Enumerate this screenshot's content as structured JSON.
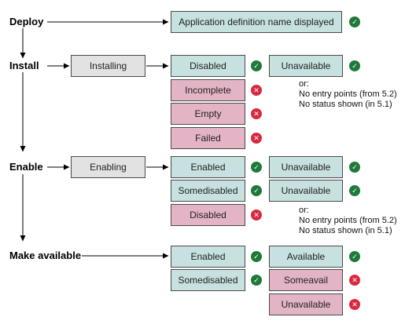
{
  "stages": {
    "deploy": "Deploy",
    "install": "Install",
    "enable": "Enable",
    "make_available": "Make available"
  },
  "processes": {
    "installing": "Installing",
    "enabling": "Enabling"
  },
  "boxes": {
    "app_name": "Application definition name displayed",
    "install_disabled": "Disabled",
    "install_incomplete": "Incomplete",
    "install_empty": "Empty",
    "install_failed": "Failed",
    "install_unavailable": "Unavailable",
    "enable_enabled": "Enabled",
    "enable_somedisabled": "Somedisabled",
    "enable_disabled": "Disabled",
    "enable_unavailable_1": "Unavailable",
    "enable_unavailable_2": "Unavailable",
    "avail_enabled": "Enabled",
    "avail_somedisabled": "Somedisabled",
    "avail_available": "Available",
    "avail_someavail": "Someavail",
    "avail_unavailable": "Unavailable"
  },
  "notes": {
    "install": [
      "or:",
      "No entry points (from 5.2)",
      "No status shown (in 5.1)"
    ],
    "enable": [
      "or:",
      "No entry points (from 5.2)",
      "No status shown (in 5.1)"
    ]
  },
  "icons": {
    "ok": "check-circle-icon",
    "bad": "x-circle-icon"
  },
  "colors": {
    "success_box": "#c6e1df",
    "failure_box": "#e3b4c5",
    "process_box": "#e2e2e2",
    "ok_icon": "#1f7a3a",
    "bad_icon": "#d8293f"
  }
}
